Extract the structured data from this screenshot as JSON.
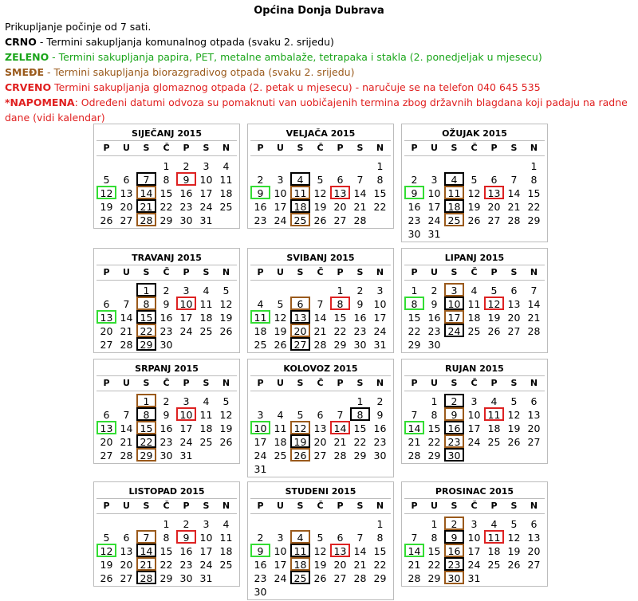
{
  "title": "Općina Donja Dubrava",
  "legend": {
    "intro": "Prikupljanje počinje od 7 sati.",
    "items": [
      {
        "key": "CRNO",
        "text": " - Termini sakupljanja komunalnog otpada (svaku 2. srijedu)",
        "color": "#000000"
      },
      {
        "key": "ZELENO",
        "text": " - Termini sakupljanja papira, PET, metalne ambalaže, tetrapaka i stakla (2. ponedjeljak u mjesecu)",
        "color": "#1aa51a"
      },
      {
        "key": "SMEĐE",
        "text": " - Termini sakupljanja biorazgradivog otpada (svaku 2. srijedu)",
        "color": "#9a5a1c"
      },
      {
        "key": "CRVENO",
        "text": " Termini sakupljanja glomaznog otpada (2. petak u mjesecu) - naručuje se na telefon 040 645 535",
        "color": "#e02020"
      }
    ],
    "note_key": "*NAPOMENA",
    "note_text": ": Određeni datumi odvoza su pomaknuti van uobičajenih termina zbog državnih blagdana koji padaju na radne dane (vidi kalendar)"
  },
  "weekdays": [
    "P",
    "U",
    "S",
    "Č",
    "P",
    "S",
    "N"
  ],
  "months": [
    {
      "name": "SIJEČANJ 2015",
      "offset": 3,
      "days": 31,
      "black": [
        7,
        21
      ],
      "green": [
        12
      ],
      "red": [
        9
      ],
      "brown": [
        14,
        28
      ]
    },
    {
      "name": "VELJAČA 2015",
      "offset": 6,
      "days": 28,
      "black": [
        4,
        18
      ],
      "green": [
        9
      ],
      "red": [
        13
      ],
      "brown": [
        11,
        25
      ]
    },
    {
      "name": "OŽUJAK 2015",
      "offset": 6,
      "days": 31,
      "black": [
        4,
        18
      ],
      "green": [
        9
      ],
      "red": [
        13
      ],
      "brown": [
        11,
        25
      ]
    },
    {
      "name": "TRAVANJ 2015",
      "offset": 2,
      "days": 30,
      "black": [
        1,
        15,
        29
      ],
      "green": [
        13
      ],
      "red": [
        10
      ],
      "brown": [
        8,
        22
      ]
    },
    {
      "name": "SVIBANJ 2015",
      "offset": 4,
      "days": 31,
      "black": [
        13,
        27
      ],
      "green": [
        11
      ],
      "red": [
        8
      ],
      "brown": [
        6,
        20
      ]
    },
    {
      "name": "LIPANJ 2015",
      "offset": 0,
      "days": 30,
      "black": [
        10,
        24
      ],
      "green": [
        8
      ],
      "red": [
        12
      ],
      "brown": [
        3,
        17
      ]
    },
    {
      "name": "SRPANJ 2015",
      "offset": 2,
      "days": 31,
      "black": [
        8,
        22
      ],
      "green": [
        13
      ],
      "red": [
        10
      ],
      "brown": [
        1,
        15,
        29
      ]
    },
    {
      "name": "KOLOVOZ 2015",
      "offset": 5,
      "days": 31,
      "black": [
        8,
        19
      ],
      "green": [
        10
      ],
      "red": [
        14
      ],
      "brown": [
        12,
        26
      ]
    },
    {
      "name": "RUJAN 2015",
      "offset": 1,
      "days": 30,
      "black": [
        2,
        16,
        30
      ],
      "green": [
        14
      ],
      "red": [
        11
      ],
      "brown": [
        9,
        23
      ]
    },
    {
      "name": "LISTOPAD 2015",
      "offset": 3,
      "days": 31,
      "black": [
        14,
        28
      ],
      "green": [
        12
      ],
      "red": [
        9
      ],
      "brown": [
        7,
        21
      ]
    },
    {
      "name": "STUDENI 2015",
      "offset": 6,
      "days": 30,
      "black": [
        11,
        25
      ],
      "green": [
        9
      ],
      "red": [
        13
      ],
      "brown": [
        4,
        18
      ]
    },
    {
      "name": "PROSINAC 2015",
      "offset": 1,
      "days": 31,
      "black": [
        9,
        23
      ],
      "green": [
        14
      ],
      "red": [
        11
      ],
      "brown": [
        2,
        16,
        30
      ]
    }
  ]
}
